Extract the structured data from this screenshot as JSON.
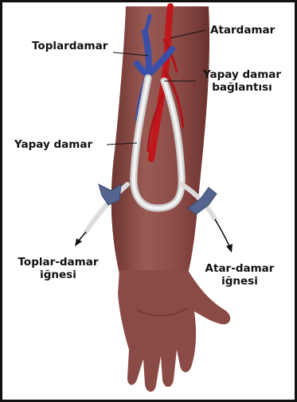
{
  "labels": {
    "vein": "Toplardamar",
    "artery": "Atardamar",
    "graft_connection_line1": "Yapay damar",
    "graft_connection_line2": "bağlantısı",
    "graft": "Yapay damar",
    "venous_needle_line1": "Toplar-damar",
    "venous_needle_line2": "iğnesi",
    "arterial_needle_line1": "Atar-damar",
    "arterial_needle_line2": "iğnesi"
  },
  "colors": {
    "skin": "#8a4a45",
    "skin_shadow": "#6e3530",
    "skin_highlight": "#a86a63",
    "artery": "#c0161c",
    "vein": "#3a4fa8",
    "graft": "#e6e6e6",
    "needle_wing": "#55658f",
    "text": "#111111"
  }
}
